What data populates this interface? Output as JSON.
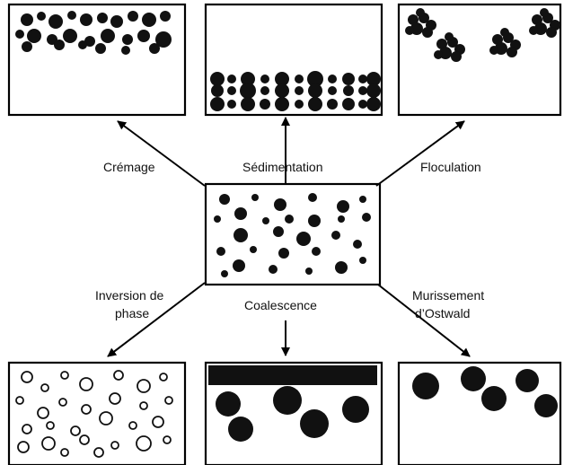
{
  "diagram": {
    "center_state": "",
    "labels": {
      "cremage": "Crémage",
      "sedimentation": "Sédimentation",
      "floculation": "Floculation",
      "inversion_line1": "Inversion de",
      "inversion_line2": "phase",
      "coalescence": "Coalescence",
      "ostwald_line1": "Murissement",
      "ostwald_line2": "d’Ostwald"
    }
  }
}
